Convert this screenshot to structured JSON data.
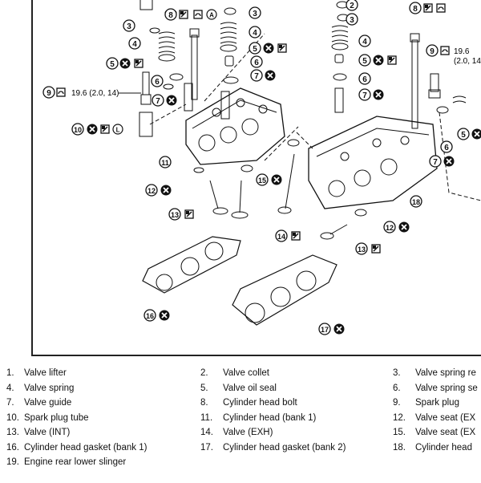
{
  "callouts": {
    "torque_left": "19.6 (2.0, 14)",
    "torque_right_line1": "19.6",
    "torque_right_line2": "(2.0, 14"
  },
  "legend": [
    {
      "num": "1.",
      "label": "Valve lifter"
    },
    {
      "num": "2.",
      "label": "Valve collet"
    },
    {
      "num": "3.",
      "label": "Valve spring re"
    },
    {
      "num": "4.",
      "label": "Valve spring"
    },
    {
      "num": "5.",
      "label": "Valve oil seal"
    },
    {
      "num": "6.",
      "label": "Valve spring se"
    },
    {
      "num": "7.",
      "label": "Valve guide"
    },
    {
      "num": "8.",
      "label": "Cylinder head bolt"
    },
    {
      "num": "9.",
      "label": "Spark plug"
    },
    {
      "num": "10.",
      "label": "Spark plug tube"
    },
    {
      "num": "11.",
      "label": "Cylinder head (bank 1)"
    },
    {
      "num": "12.",
      "label": "Valve seat (EX"
    },
    {
      "num": "13.",
      "label": "Valve (INT)"
    },
    {
      "num": "14.",
      "label": "Valve (EXH)"
    },
    {
      "num": "15.",
      "label": "Valve seat (EX"
    },
    {
      "num": "16.",
      "label": "Cylinder head gasket (bank 1)"
    },
    {
      "num": "17.",
      "label": "Cylinder head gasket (bank 2)"
    },
    {
      "num": "18.",
      "label": "Cylinder head"
    },
    {
      "num": "19.",
      "label": "Engine rear lower slinger"
    }
  ],
  "colors": {
    "ink": "#111111",
    "background": "#ffffff"
  }
}
